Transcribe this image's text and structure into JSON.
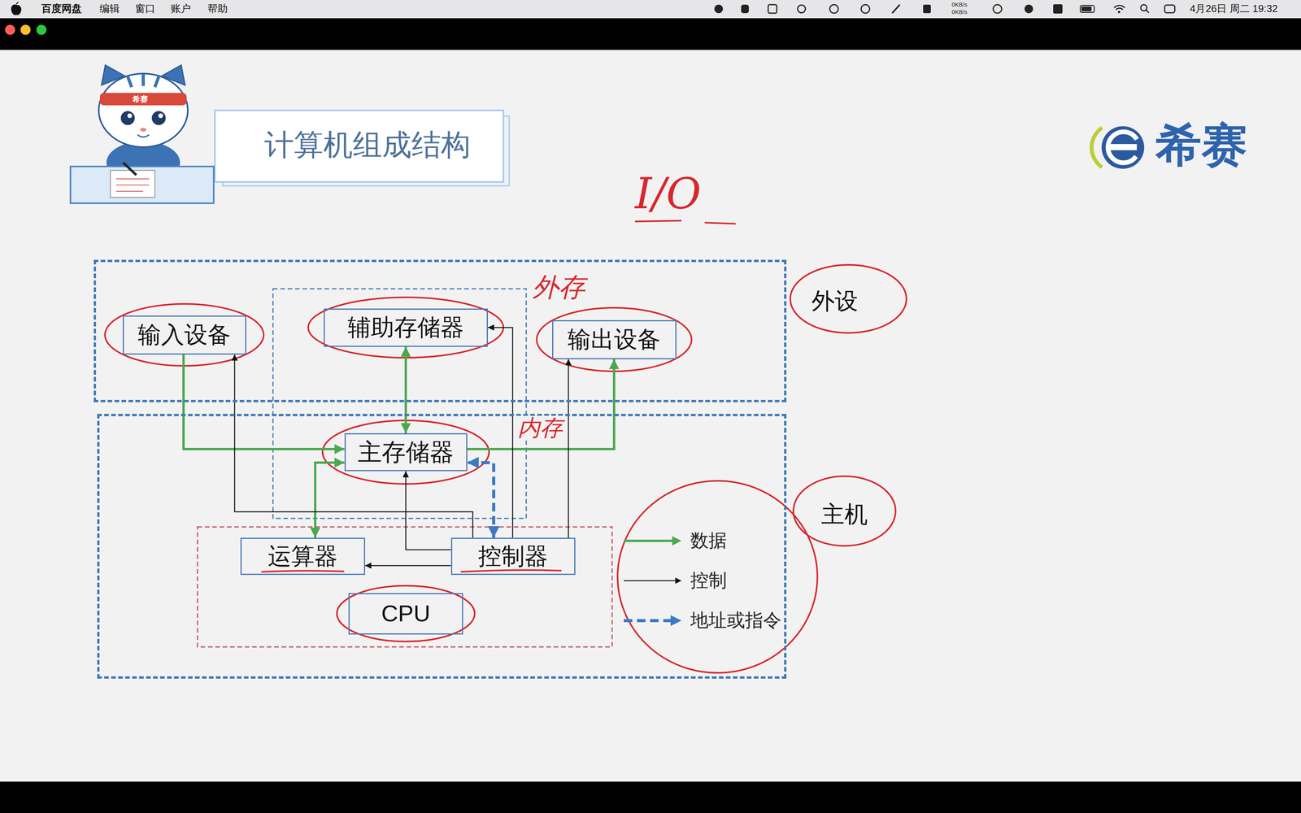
{
  "diagram": {
    "title": "计算机组成结构",
    "nodes": [
      {
        "text": [
          "外设"
        ]
      },
      {
        "text": [
          "输入设备"
        ],
        "in": 0
      },
      {
        "text": [
          "辅助存储器"
        ],
        "in": 0
      },
      {
        "text": [
          "输出设备"
        ],
        "in": 0
      },
      {
        "text": [
          "主机"
        ]
      },
      {
        "text": [
          "主存储器"
        ],
        "in": 4
      },
      {
        "text": [
          "运算器"
        ],
        "in": 4
      },
      {
        "text": [
          "控制器"
        ],
        "in": 4
      },
      {
        "text": [
          "CPU"
        ],
        "in": 4
      }
    ],
    "edges": [
      {
        "from": 1,
        "to": 5,
        "arrow": "to"
      },
      {
        "from": 2,
        "to": 5,
        "arrow": "both"
      },
      {
        "from": 5,
        "to": 3,
        "arrow": "to"
      },
      {
        "from": 6,
        "to": 5,
        "arrow": "both"
      },
      {
        "from": 7,
        "to": 5,
        "arrow": "both"
      },
      {
        "from": 7,
        "to": 1,
        "arrow": "to"
      },
      {
        "from": 7,
        "to": 2,
        "arrow": "to"
      },
      {
        "from": 7,
        "to": 3,
        "arrow": "to"
      },
      {
        "from": 7,
        "to": 5,
        "arrow": "to"
      },
      {
        "from": 7,
        "to": 6,
        "arrow": "to"
      }
    ],
    "labels": [
      "百度网盘",
      "编辑",
      "窗口",
      "账户",
      "帮助",
      "0KB/s",
      "0KB/s",
      "4月26日 周二 19:32",
      "希赛",
      "希赛",
      "I/O",
      "外存",
      "内存"
    ],
    "legend": [
      {
        "text": "数据"
      },
      {
        "text": "控制"
      },
      {
        "text": "地址或指令"
      }
    ]
  }
}
